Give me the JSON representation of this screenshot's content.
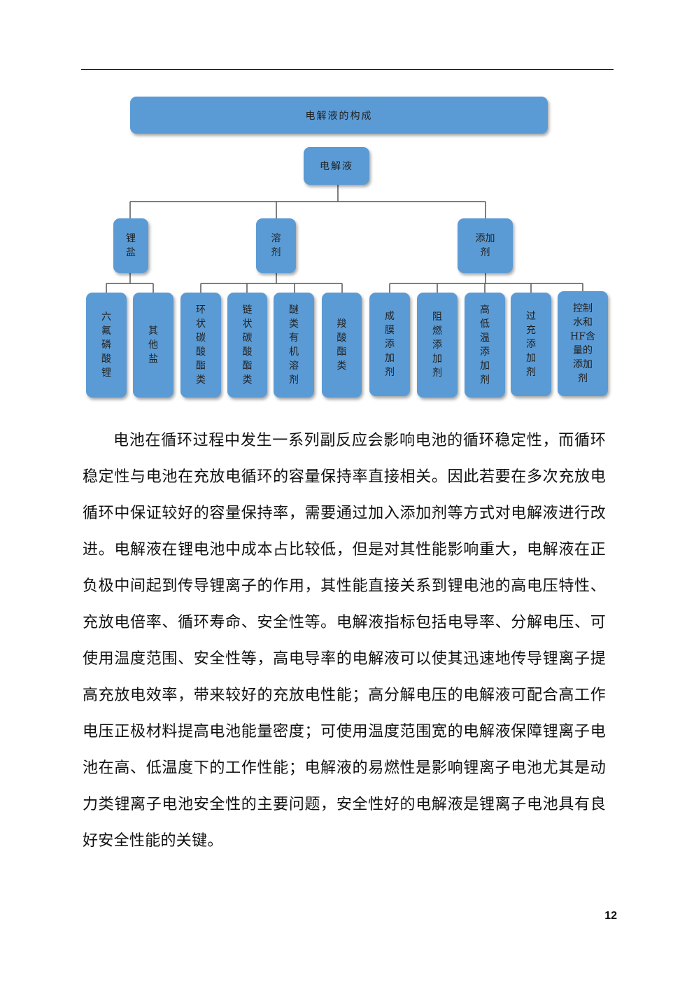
{
  "diagram": {
    "title": "电解液的构成",
    "root": "电解液",
    "categories": [
      {
        "label": "锂盐",
        "children": [
          "六氟磷酸锂",
          "其他盐"
        ]
      },
      {
        "label": "溶剂",
        "children": [
          "环状碳酸酯类",
          "链状碳酸酯类",
          "醚类有机溶剂",
          "羧酸酯类"
        ]
      },
      {
        "label": "添加剂",
        "children": [
          "成膜添加剂",
          "阻燃添加剂",
          "高低温添加剂",
          "过充添加剂",
          "控制水和HF含量的添加剂"
        ]
      }
    ],
    "colors": {
      "box": "#5b9bd5",
      "line": "#555555"
    }
  },
  "paragraph": "电池在循环过程中发生一系列副反应会影响电池的循环稳定性，而循环稳定性与电池在充放电循环的容量保持率直接相关。因此若要在多次充放电循环中保证较好的容量保持率，需要通过加入添加剂等方式对电解液进行改进。电解液在锂电池中成本占比较低，但是对其性能影响重大，电解液在正负极中间起到传导锂离子的作用，其性能直接关系到锂电池的高电压特性、充放电倍率、循环寿命、安全性等。电解液指标包括电导率、分解电压、可使用温度范围、安全性等，高电导率的电解液可以使其迅速地传导锂离子提高充放电效率，带来较好的充放电性能；高分解电压的电解液可配合高工作电压正极材料提高电池能量密度；可使用温度范围宽的电解液保障锂离子电池在高、低温度下的工作性能；电解液的易燃性是影响锂离子电池尤其是动力类锂离子电池安全性的主要问题，安全性好的电解液是锂离子电池具有良好安全性能的关键。",
  "page_number": "12"
}
